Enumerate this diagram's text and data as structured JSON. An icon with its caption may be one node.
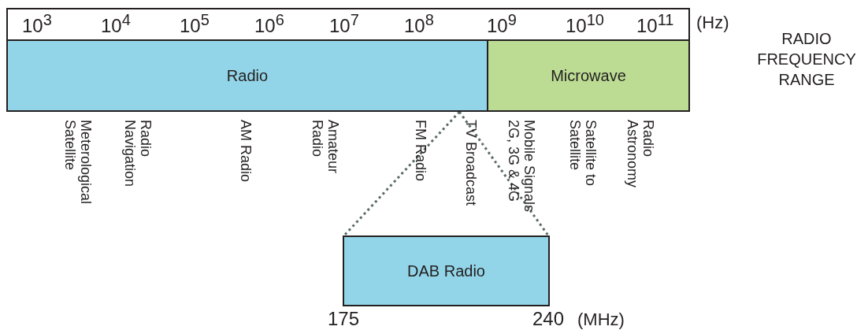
{
  "diagram": {
    "nodes": [
      {
        "text": [
          "Radio"
        ]
      },
      {
        "text": [
          "Microwave"
        ]
      },
      {
        "text": [
          "DAB Radio"
        ]
      }
    ],
    "edges": [
      {
        "from": 0,
        "to": 2,
        "arrow": "none",
        "style": "dashed"
      },
      {
        "from": 0,
        "to": 2,
        "arrow": "none",
        "style": "dashed"
      }
    ],
    "labels": [
      "10$^{3}$",
      "10$^{4}$",
      "10$^{5}$",
      "10$^{6}$",
      "10$^{7}$",
      "10$^{8}$",
      "10$^{9}$",
      "10$^{10}$",
      "10$^{11}$",
      "(Hz)",
      "RADIO FREQUENCY RANGE",
      "Meterological Satellite",
      "Radio Navigation",
      "AM Radio",
      "Amateur Radio",
      "FM Radio",
      "TV Broadcast",
      "Mobile Signals 2G, 3G & 4G",
      "Satellite to Satellite",
      "Radio Astronomy",
      "175",
      "240",
      "(MHz)"
    ]
  }
}
